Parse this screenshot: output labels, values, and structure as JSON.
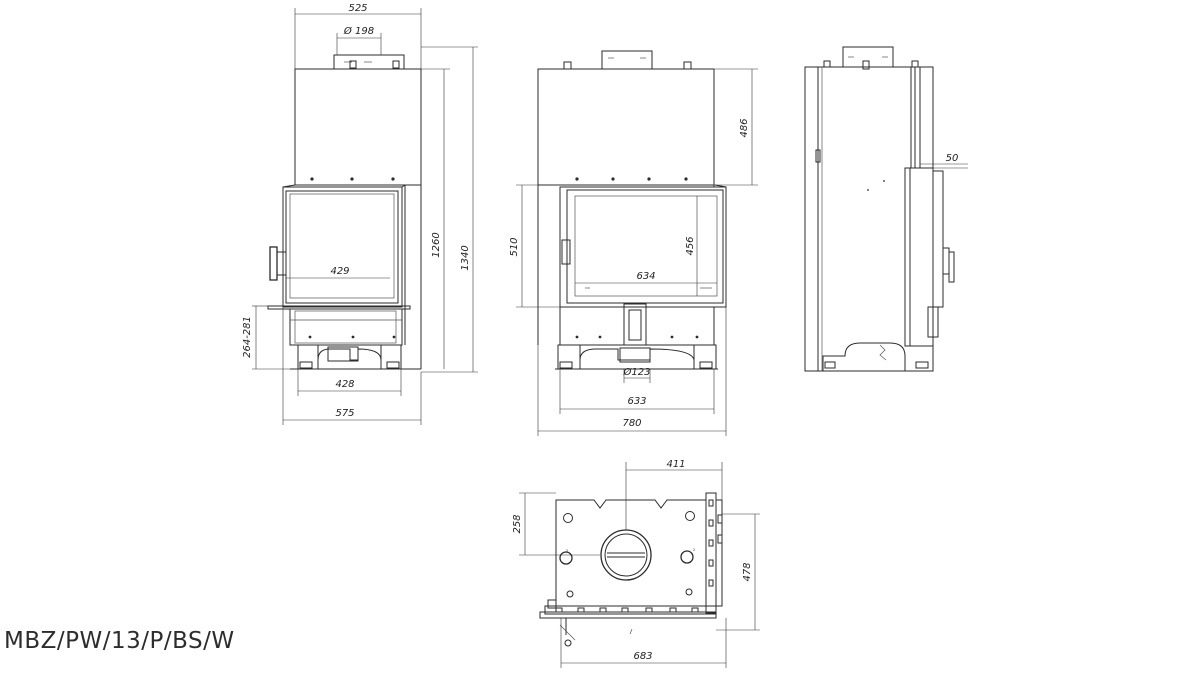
{
  "model_code": "MBZ/PW/13/P/BS/W",
  "dimensions": {
    "front_width_top": "525",
    "front_flue_diameter": "Ø 198",
    "front_total_height": "1340",
    "front_body_height": "1260",
    "front_glass_width": "429",
    "front_leg_height": "264-281",
    "front_base_width": "428",
    "front_total_width": "575",
    "side_upper_height": "486",
    "side_door_height": "510",
    "side_glass_height": "456",
    "side_glass_width": "634",
    "side_flue_diameter": "Ø123",
    "side_base_width": "633",
    "side_total_width": "780",
    "profile_offset": "50",
    "top_flue_offset": "411",
    "top_flue_depth": "258",
    "top_depth": "478",
    "top_width": "683"
  }
}
